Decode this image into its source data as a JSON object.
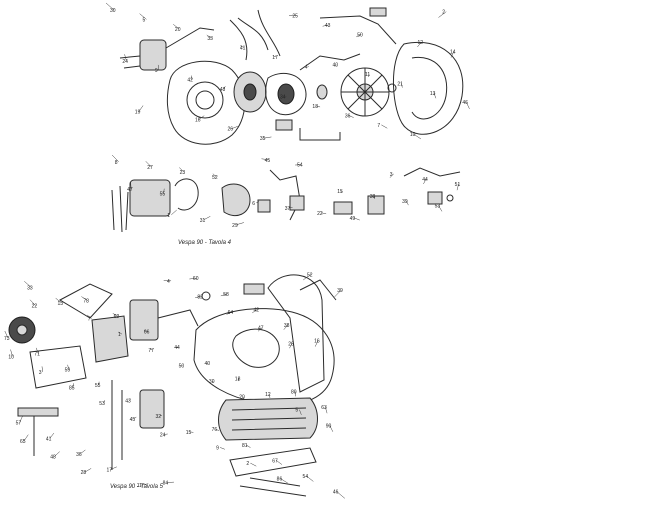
{
  "plates": [
    {
      "caption": "Vespa 90 - Tavola 4",
      "callouts": [
        "30",
        "40",
        "16",
        "12",
        "34",
        "5",
        "11",
        "26",
        "14",
        "18",
        "20",
        "21",
        "35",
        "24",
        "36",
        "33",
        "13",
        "25",
        "9",
        "7",
        "41",
        "46",
        "43",
        "42",
        "10",
        "17",
        "19",
        "50",
        "48",
        "2",
        "4",
        "1",
        "3",
        "6",
        "8",
        "15",
        "31",
        "44",
        "37",
        "27",
        "38",
        "29",
        "51",
        "22",
        "23",
        "39",
        "45",
        "47",
        "49",
        "52",
        "53",
        "54",
        "55"
      ]
    },
    {
      "caption": "Vespa 90 - Tavola 5",
      "callouts": [
        "73",
        "76",
        "78",
        "80",
        "84",
        "71",
        "81",
        "62",
        "63",
        "60",
        "59",
        "67",
        "66",
        "57",
        "58",
        "55",
        "54",
        "44",
        "41",
        "42",
        "43",
        "46",
        "40",
        "36",
        "38",
        "32",
        "33",
        "18",
        "17",
        "16",
        "15",
        "13",
        "12",
        "11",
        "10",
        "9",
        "7",
        "5",
        "4",
        "3",
        "2",
        "1",
        "90",
        "82",
        "85",
        "86",
        "77",
        "65",
        "64",
        "53",
        "52",
        "50",
        "48",
        "47",
        "45",
        "39",
        "30",
        "28",
        "26",
        "24",
        "22",
        "20"
      ]
    }
  ]
}
